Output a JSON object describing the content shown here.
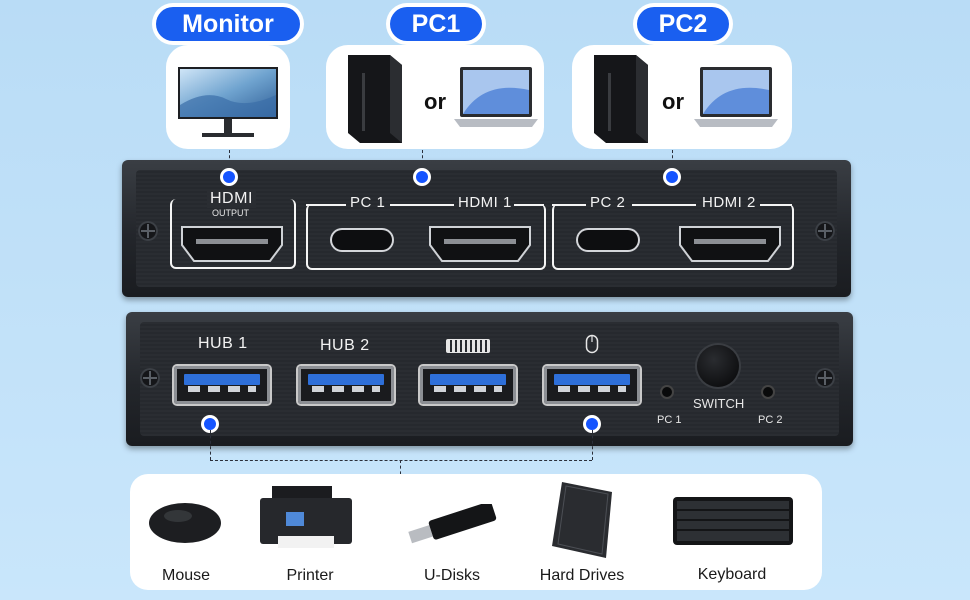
{
  "top_labels": {
    "monitor": "Monitor",
    "pc1": "PC1",
    "pc2": "PC2"
  },
  "or_text": "or",
  "back_panel": {
    "hdmi_output": "HDMI",
    "hdmi_output_sub": "OUTPUT",
    "pc1_label": "PC 1",
    "hdmi1_label": "HDMI 1",
    "pc2_label": "PC 2",
    "hdmi2_label": "HDMI 2"
  },
  "front_panel": {
    "hub1_label": "HUB 1",
    "hub2_label": "HUB 2",
    "switch_label": "SWITCH",
    "led_pc1_label": "PC 1",
    "led_pc2_label": "PC 2",
    "keyboard_icon": "keyboard-icon",
    "mouse_icon": "mouse-icon"
  },
  "devices": [
    {
      "label": "Mouse"
    },
    {
      "label": "Printer"
    },
    {
      "label": "U-Disks"
    },
    {
      "label": "Hard Drives"
    },
    {
      "label": "Keyboard"
    }
  ],
  "colors": {
    "accent_blue": "#1a5ff0",
    "background": "#c2e2fa",
    "usb_blue": "#2e6fd9"
  }
}
